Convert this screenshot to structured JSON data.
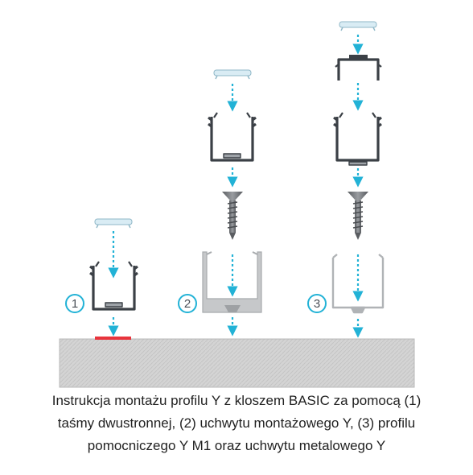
{
  "steps": [
    {
      "number": "1"
    },
    {
      "number": "2"
    },
    {
      "number": "3"
    }
  ],
  "caption": {
    "line1": "Instrukcja montażu profilu Y z kloszem BASIC za pomocą (1)",
    "line2": "taśmy dwustronnej, (2) uchwytu montażowego Y, (3) profilu",
    "line3": "pomocniczego Y M1 oraz uchwytu metalowego Y"
  },
  "colors": {
    "accent": "#22b2d6",
    "profile": "#3b4046",
    "surface": "#d5d5d5",
    "tape": "#e8343c",
    "cover": "#d9ecf4",
    "holder_gray": "#c6c8ca",
    "screw": "#6d7074"
  },
  "icons": [
    "arrow-down-icon",
    "screw-icon",
    "double-sided-tape-icon",
    "diffuser-cover-icon",
    "led-profile-icon",
    "mounting-holder-icon",
    "metal-holder-icon",
    "auxiliary-profile-icon"
  ]
}
